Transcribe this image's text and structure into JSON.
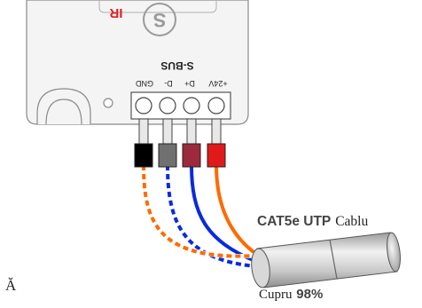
{
  "device": {
    "brand_mark": "IR",
    "bus_label": "S-BUS",
    "terminals": [
      "+24V",
      "D+",
      "D-",
      "GND"
    ],
    "colors": {
      "housing": "#f4f4f4",
      "outline": "#8a8a8a",
      "terminal_block": "#ffffff"
    }
  },
  "connectors": [
    {
      "terminal": "+24V",
      "color": "#e01a1a"
    },
    {
      "terminal": "D+",
      "color": "#9c2a3a"
    },
    {
      "terminal": "D-",
      "color": "#707070"
    },
    {
      "terminal": "GND",
      "color": "#000000"
    }
  ],
  "wires": [
    {
      "name": "orange-solid",
      "color": "#ff6a00",
      "style": "solid"
    },
    {
      "name": "blue-solid",
      "color": "#0a2adf",
      "style": "solid"
    },
    {
      "name": "blue-dashed",
      "color": "#0a2adf",
      "style": "dashed"
    },
    {
      "name": "orange-dashed",
      "color": "#ff6a00",
      "style": "dashed"
    }
  ],
  "cable": {
    "type_label": "CAT5e UTP",
    "type_suffix": "Cablu",
    "material_label": "Cupru",
    "material_value": "98%",
    "colors": {
      "sheath": "#c9c9c9",
      "sheath_highlight": "#f2f2f2"
    }
  },
  "stray_char": "Ă"
}
